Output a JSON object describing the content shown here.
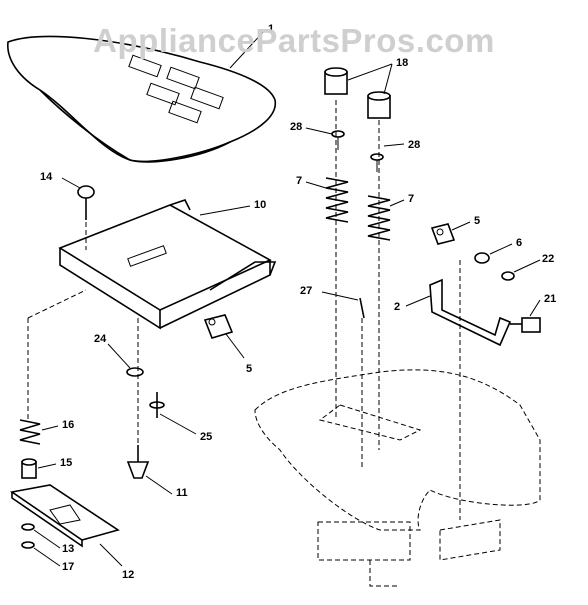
{
  "watermark": "AppliancePartsPros.com",
  "callouts": [
    "1",
    "18",
    "28",
    "28",
    "14",
    "7",
    "7",
    "10",
    "5",
    "6",
    "22",
    "27",
    "2",
    "21",
    "24",
    "5",
    "16",
    "25",
    "15",
    "11",
    "13",
    "17",
    "12"
  ]
}
